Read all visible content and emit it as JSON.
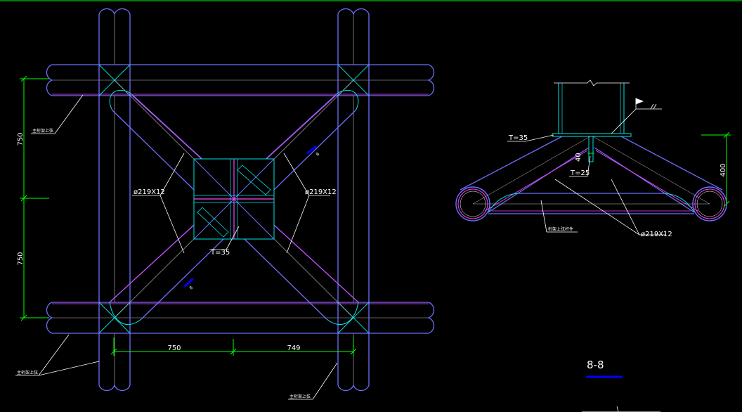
{
  "colors": {
    "background": "#000000",
    "tube_outline": "#6e6eff",
    "tube_highlight": "#ff40ff",
    "centerline": "#bfbfbf",
    "plate": "#00e5e5",
    "dimension": "#00ff00",
    "label": "#ffffff",
    "section_underline": "#0000ff",
    "top_border": "#00ff00"
  },
  "plan_view": {
    "dim_vertical_upper": "750",
    "dim_vertical_lower": "750",
    "dim_horizontal_left": "750",
    "dim_horizontal_right": "749",
    "label_pipe_left": "ø219X12",
    "label_pipe_right": "ø219X12",
    "label_plate_thickness": "T=35",
    "leader_note_top_left": "主桁架上弦",
    "leader_note_bottom_left": "主桁架上弦",
    "leader_note_bottom_center": "主桁架上弦",
    "section_mark_1": "8",
    "section_mark_2": "8"
  },
  "section_view": {
    "label_top_plate": "T=35",
    "label_rib_plate": "T=25",
    "label_rib_dim": "40",
    "dim_height": "400",
    "label_pipe": "ø219X12",
    "leader_note_bottom": "桁架上弦杆件",
    "section_title": "8-8"
  },
  "icons": [
    "weld-flag-icon"
  ]
}
